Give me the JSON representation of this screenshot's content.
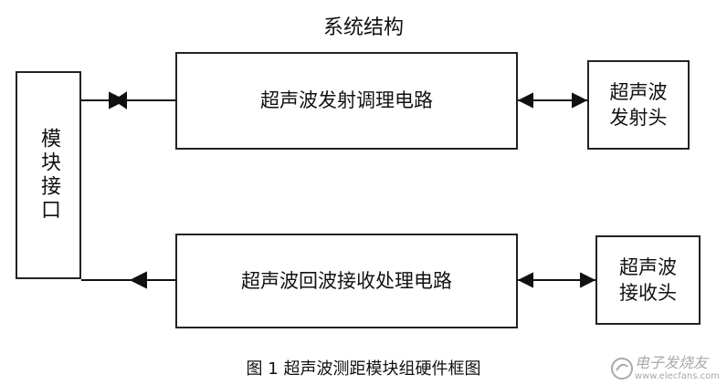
{
  "diagram": {
    "title": "系统结构",
    "caption": "图 1  超声波测距模块组硬件框图",
    "module_interface": {
      "label": "模块接口"
    },
    "tx_circuit": {
      "label": "超声波发射调理电路"
    },
    "tx_head": {
      "label": "超声波\n发射头"
    },
    "rx_circuit": {
      "label": "超声波回波接收处理电路"
    },
    "rx_head": {
      "label": "超声波\n接收头"
    },
    "edges": [
      {
        "from": "module_interface",
        "to": "tx_circuit",
        "arrow": "forward"
      },
      {
        "from": "tx_circuit",
        "to": "tx_head",
        "arrow": "both"
      },
      {
        "from": "rx_circuit",
        "to": "module_interface",
        "arrow": "forward"
      },
      {
        "from": "rx_circuit",
        "to": "rx_head",
        "arrow": "both"
      }
    ]
  },
  "watermark": {
    "main": "电子发烧友",
    "sub": "www.elecfans.com",
    "color": "#a9a9a9"
  }
}
